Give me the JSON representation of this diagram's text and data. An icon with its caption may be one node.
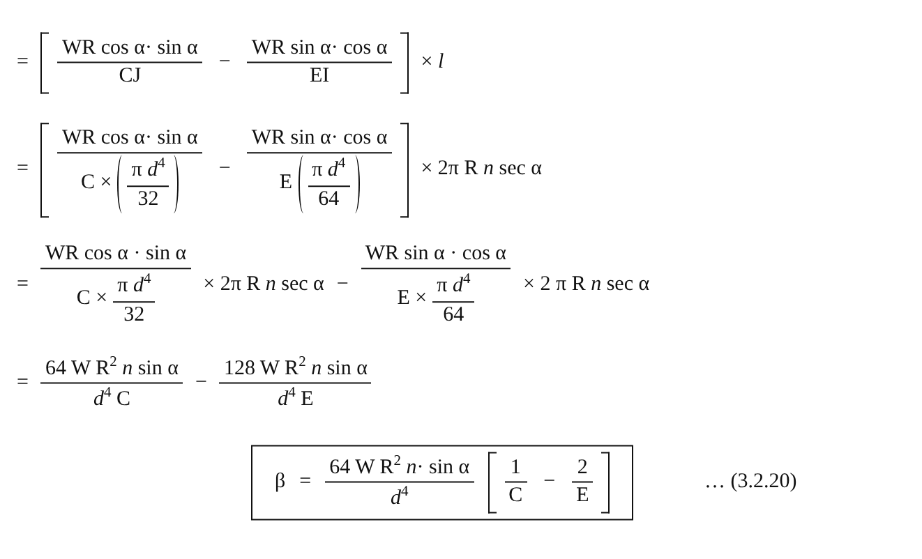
{
  "diagram": {
    "nodes": [
      {
        "text": [
          "β",
          "=",
          "64 W R$^{2}$  *n*· sin α",
          "*d*$^{4}$",
          "1",
          "C",
          "−",
          "2",
          "E"
        ],
        "beside": [
          "… (3.2.20)"
        ]
      }
    ],
    "labels": [
      "=",
      "WR cos α· sin α",
      "CJ",
      "−",
      "WR sin α· cos α",
      "EI",
      "× *l*",
      "=",
      "WR cos α· sin α",
      "C ×",
      "π *d*$^{4}$",
      "32",
      "−",
      "WR sin α· cos α",
      "E",
      "π *d*$^{4}$",
      "64",
      "× 2π R *n* sec α",
      "=",
      "WR cos α · sin α",
      "C ×",
      "π *d*$^{4}$",
      "32",
      "× 2π R *n* sec α",
      "−",
      "WR sin α · cos α",
      "E ×",
      "π *d*$^{4}$",
      "64",
      "× 2 π R *n* sec α",
      "=",
      "64 W R$^{2}$ *n* sin α",
      "*d*$^{4}$ C",
      "−",
      "128 W R$^{2}$ *n* sin α",
      "*d*$^{4}$ E"
    ]
  }
}
